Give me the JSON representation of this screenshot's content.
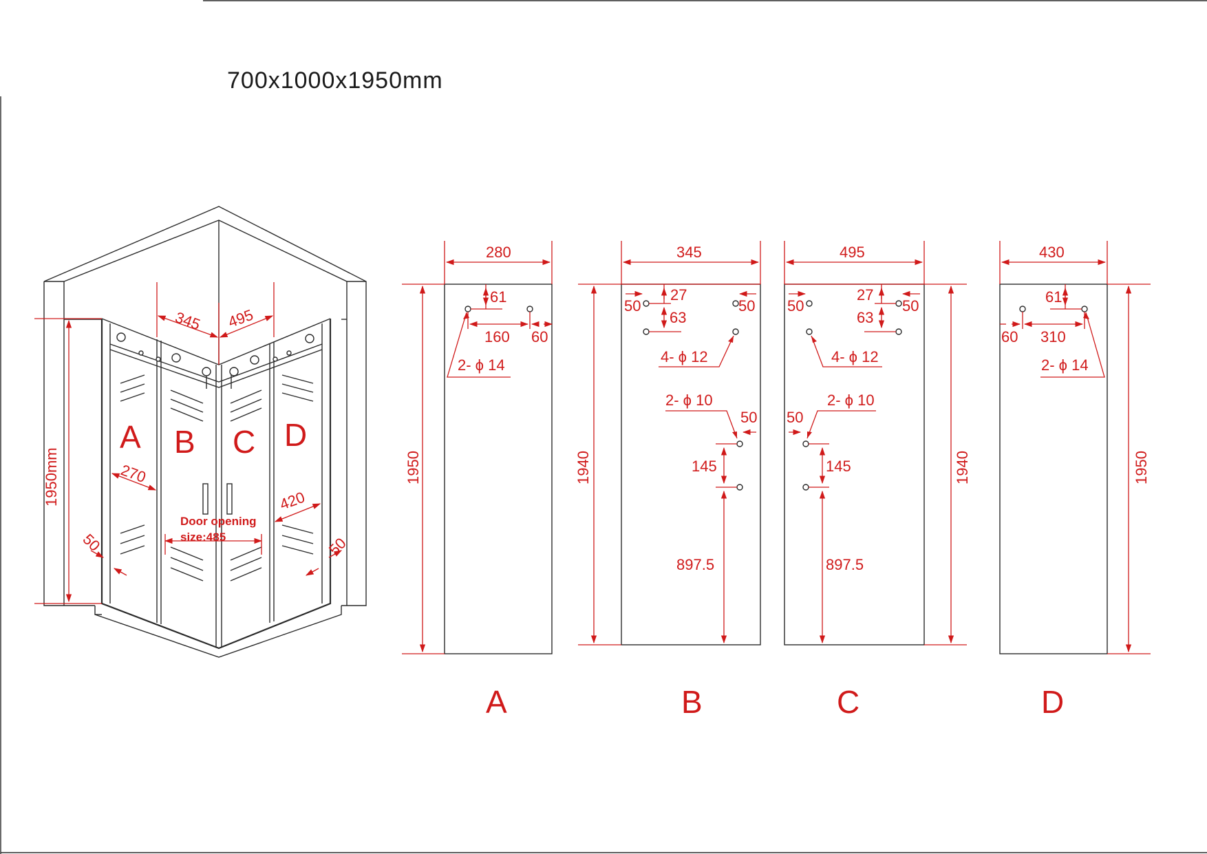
{
  "title": "700x1000x1950mm",
  "iso_view": {
    "height_label": "1950mm",
    "panel_letters": [
      "A",
      "B",
      "C",
      "D"
    ],
    "dim_top_left": "345",
    "dim_top_right": "495",
    "dim_a_width": "270",
    "dim_d_width": "420",
    "dim_left_bottom": "50",
    "dim_right_bottom": "50",
    "door_opening_line1": "Door opening",
    "door_opening_line2": "size:485"
  },
  "panels": [
    {
      "id": "A",
      "letter": "A",
      "width": "280",
      "height": "1950",
      "labels": [
        "61",
        "160",
        "60",
        "2- ϕ 14"
      ]
    },
    {
      "id": "B",
      "letter": "B",
      "width": "345",
      "height": "1940",
      "labels": [
        "50",
        "27",
        "50",
        "63",
        "4- ϕ 12",
        "2- ϕ 10",
        "50",
        "145",
        "897.5"
      ]
    },
    {
      "id": "C",
      "letter": "C",
      "width": "495",
      "height": "1940",
      "labels": [
        "50",
        "27",
        "50",
        "63",
        "4- ϕ 12",
        "2- ϕ 10",
        "50",
        "145",
        "897.5"
      ]
    },
    {
      "id": "D",
      "letter": "D",
      "width": "430",
      "height": "1950",
      "labels": [
        "61",
        "60",
        "310",
        "2- ϕ 14"
      ]
    }
  ]
}
